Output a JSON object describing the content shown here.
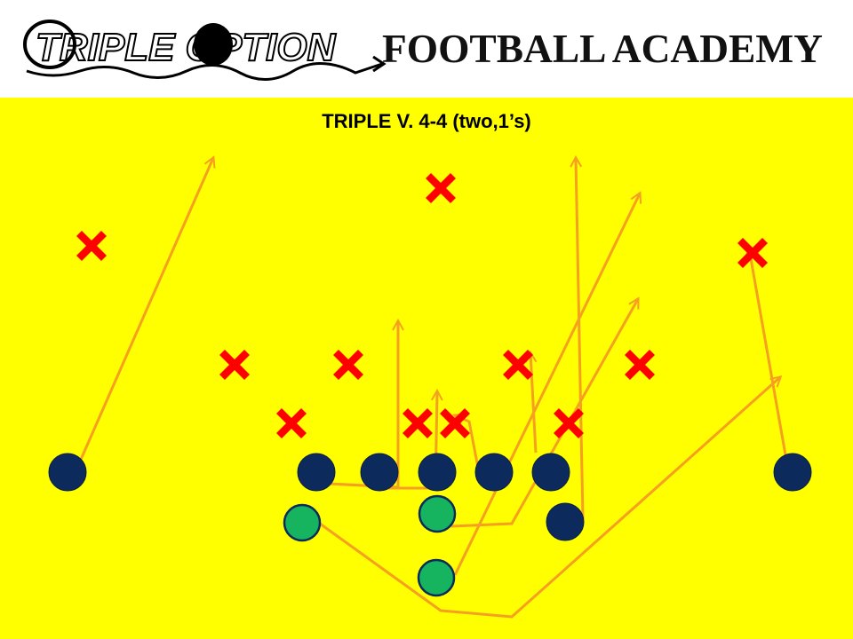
{
  "header": {
    "logo_script": "TRIPLE OPTION",
    "logo_block": "FOOTBALL ACADEMY"
  },
  "play": {
    "title": "TRIPLE V. 4-4 (two,1’s)"
  },
  "colors": {
    "field": "#ffff00",
    "defender": "#ff0000",
    "offense_player": "#0d2a5c",
    "backfield_player": "#16b45f",
    "route": "#f5a020"
  },
  "icons": {
    "defender": "x-mark-icon",
    "offense": "circle-icon"
  }
}
